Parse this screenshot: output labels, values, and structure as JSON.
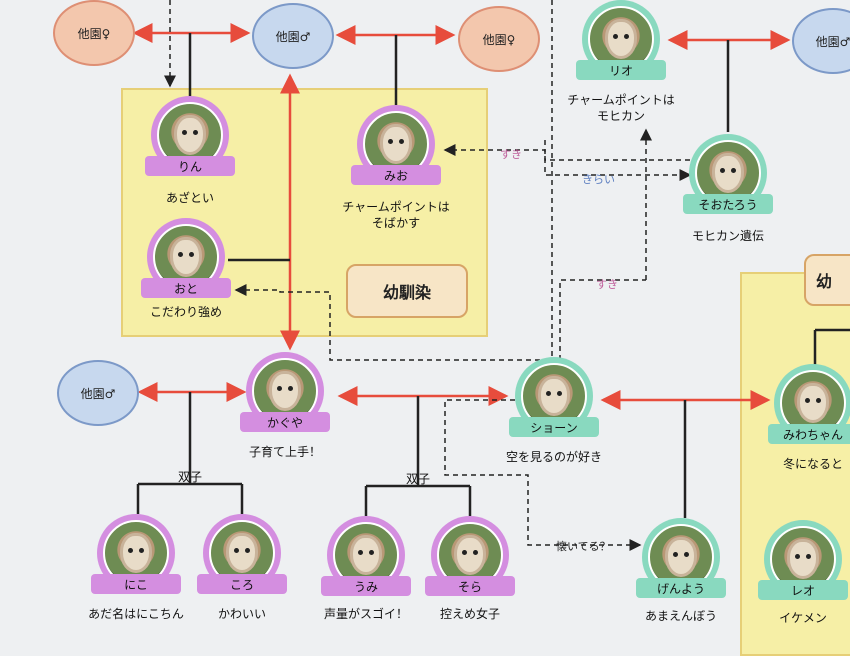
{
  "colors": {
    "partner": "#e74c3c",
    "family": "#222222",
    "pink": "#f3c7ad",
    "blue": "#c7d8ee",
    "purple": "#d48ee0",
    "green": "#89d9bf",
    "yellow": "#f6efa6"
  },
  "bubbles": {
    "tl_f": "他園♀",
    "tl_m": "他園♂",
    "tm_f": "他園♀",
    "tr_m": "他園♂",
    "ml_m": "他園♂"
  },
  "group_tags": {
    "osananajimi": "幼馴染",
    "right_partial": "幼"
  },
  "sheep": {
    "rin": {
      "name": "りん",
      "desc": "あざとい"
    },
    "mio": {
      "name": "みお",
      "desc": "チャームポイントは\nそばかす"
    },
    "oto": {
      "name": "おと",
      "desc": "こだわり強め"
    },
    "rio": {
      "name": "リオ",
      "desc": "チャームポイントは\nモヒカン"
    },
    "soutaro": {
      "name": "そおたろう",
      "desc": "モヒカン遺伝"
    },
    "kaguya": {
      "name": "かぐや",
      "desc": "子育て上手！"
    },
    "shon": {
      "name": "ショーン",
      "desc": "空を見るのが好き"
    },
    "miwa": {
      "name": "みわちゃん",
      "desc": "冬になると"
    },
    "niko": {
      "name": "にこ",
      "desc": "あだ名はにこちん"
    },
    "koro": {
      "name": "ころ",
      "desc": "かわいい"
    },
    "umi": {
      "name": "うみ",
      "desc": "声量がスゴイ！"
    },
    "sora": {
      "name": "そら",
      "desc": "控えめ女子"
    },
    "genyou": {
      "name": "げんよう",
      "desc": "あまえんぼう"
    },
    "reo": {
      "name": "レオ",
      "desc": "イケメン"
    }
  },
  "labels": {
    "suki1": "すき",
    "kirai": "きらい",
    "suki2": "すき",
    "natsuiteru": "懐いてる？",
    "twins_a": "双子",
    "twins_b": "双子"
  }
}
